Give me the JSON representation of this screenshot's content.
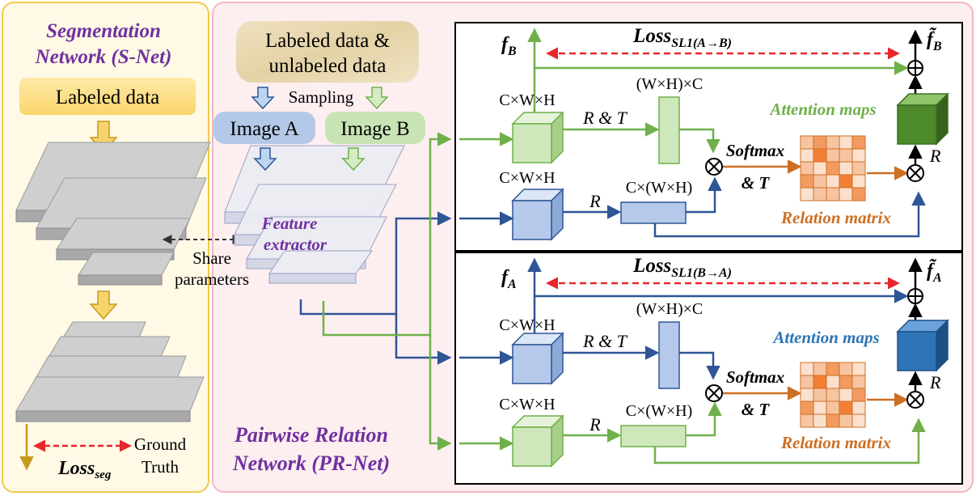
{
  "snet": {
    "title_line1": "Segmentation",
    "title_line2": "Network (S-Net)",
    "labeled_data": "Labeled data",
    "share_line1": "Share",
    "share_line2": "parameters",
    "loss_main": "Loss",
    "loss_sub": "seg",
    "gt_line1": "Ground",
    "gt_line2": "Truth"
  },
  "prnet": {
    "input_line1": "Labeled data &",
    "input_line2": "unlabeled data",
    "sampling": "Sampling",
    "image_a": "Image A",
    "image_b": "Image B",
    "fe_line1": "Feature",
    "fe_line2": "extractor",
    "title_line1": "Pairwise Relation",
    "title_line2": "Network (PR-Net)"
  },
  "top_block": {
    "out_label": "f",
    "out_sub": "B",
    "loss_main": "Loss",
    "loss_sub": "SL1(A→B)",
    "fused_label": "f̃",
    "fused_sub": "B",
    "cube1_dim": "C×W×H",
    "cube2_dim": "C×W×H",
    "rt_label": "R & T",
    "r_label": "R",
    "whc": "(W×H)×C",
    "cwh": "C×(W×H)",
    "softmax": "Softmax",
    "and_t": "& T",
    "attention": "Attention maps",
    "relation": "Relation matrix",
    "r_right": "R"
  },
  "bottom_block": {
    "out_label": "f",
    "out_sub": "A",
    "loss_main": "Loss",
    "loss_sub": "SL1(B→A)",
    "fused_label": "f̃",
    "fused_sub": "A",
    "cube1_dim": "C×W×H",
    "cube2_dim": "C×W×H",
    "rt_label": "R & T",
    "r_label": "R",
    "whc": "(W×H)×C",
    "cwh": "C×(W×H)",
    "softmax": "Softmax",
    "and_t": "& T",
    "attention": "Attention maps",
    "relation": "Relation matrix",
    "r_right": "R"
  },
  "colors": {
    "green": "#6fb04a",
    "blue": "#2e5596",
    "orange": "#cd6f22",
    "purple": "#7030a0",
    "red": "#e8262c",
    "gold": "#c49a1e"
  }
}
